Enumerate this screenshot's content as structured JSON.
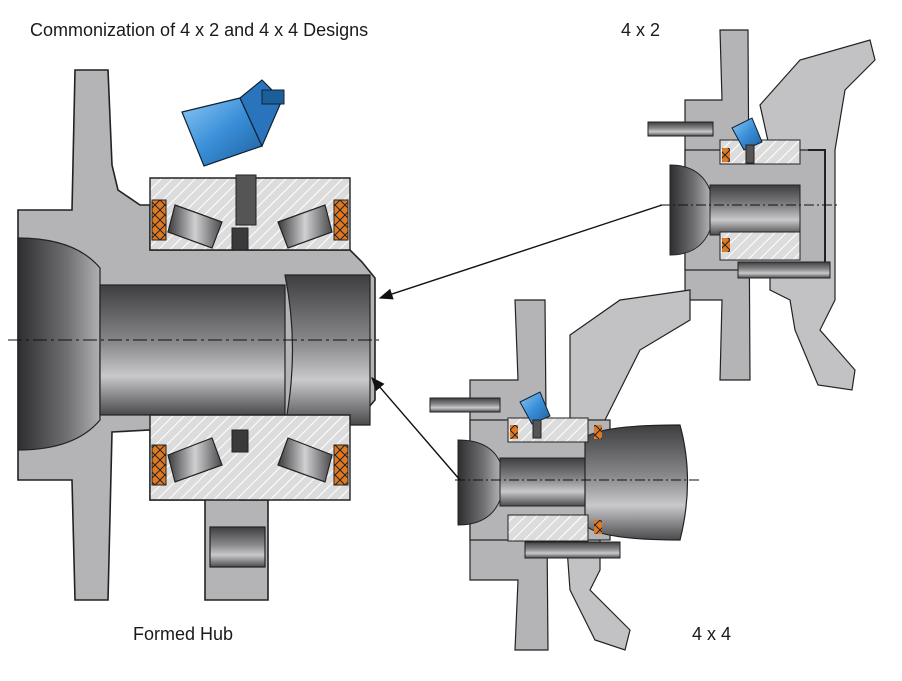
{
  "title": "Commonization of 4 x 2 and 4 x 4 Designs",
  "labels": {
    "four_by_two": "4 x 2",
    "four_by_four": "4 x 4",
    "formed_hub": "Formed Hub"
  },
  "colors": {
    "hub_fill": "#b4b4b6",
    "hub_dark": "#5a5a5c",
    "knuckle": "#c2c2c4",
    "seal": "#e07a22",
    "sensor": "#3a8fd8",
    "outline": "#222222"
  }
}
